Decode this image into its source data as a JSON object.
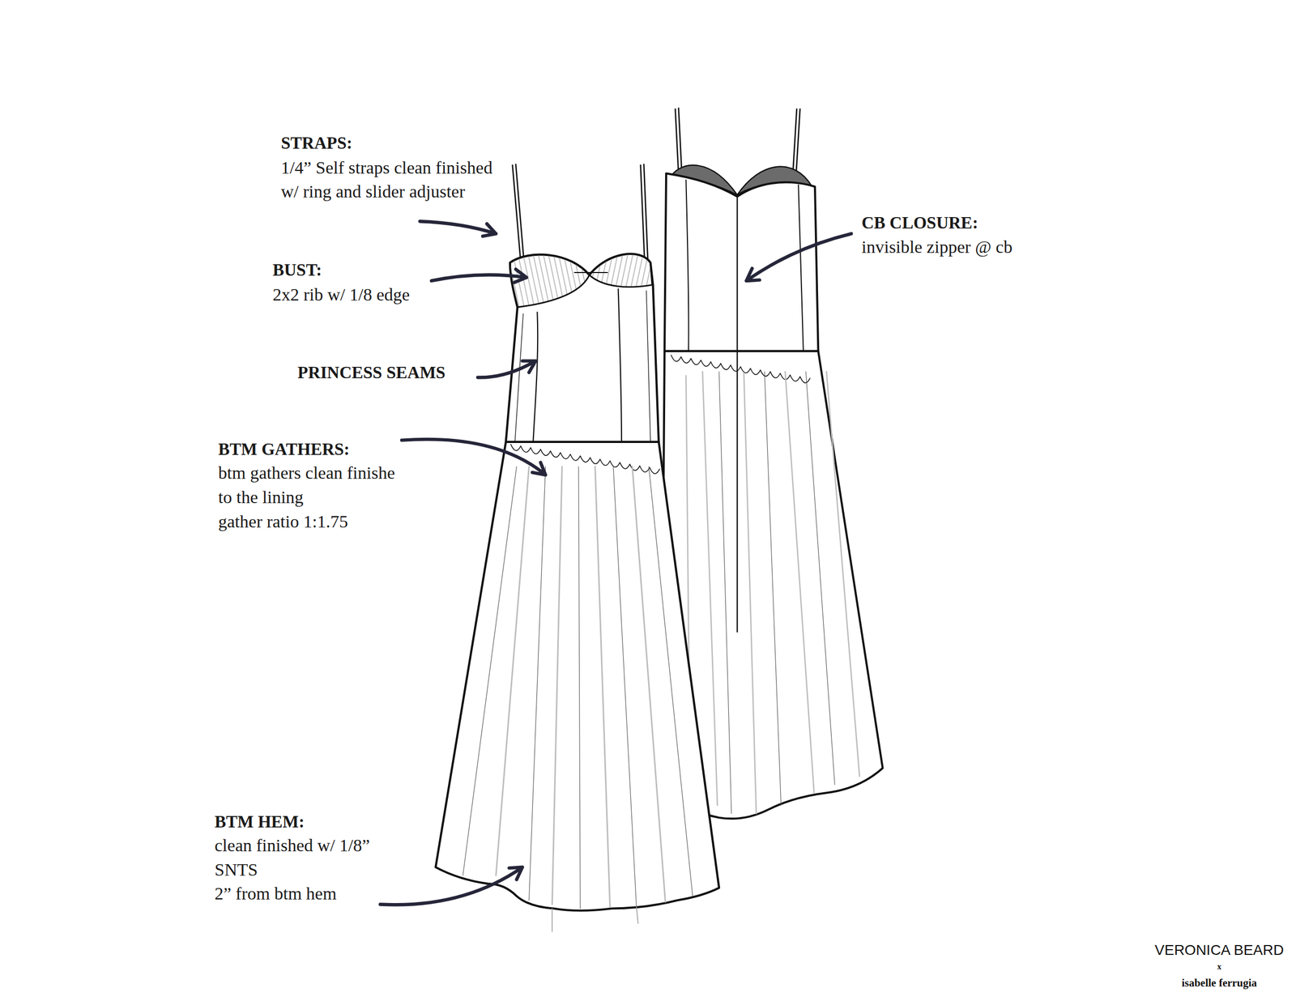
{
  "diagram": {
    "labels": [
      "STRAPS:",
      "1/4” Self straps clean finished w/ ring and slider adjuster",
      "BUST:",
      "2x2 rib w/ 1/8 edge",
      "CB CLOSURE:",
      "invisible zipper @ cb",
      "PRINCESS SEAMS",
      "BTM GATHERS:",
      "btm gathers clean finishe",
      "to the lining",
      "gather ratio 1:1.75",
      "BTM HEM:",
      "clean finished w/ 1/8”",
      "SNTS",
      "2” from btm hem",
      "VERONICA BEARD",
      "x",
      "isabelle ferrugia"
    ]
  }
}
